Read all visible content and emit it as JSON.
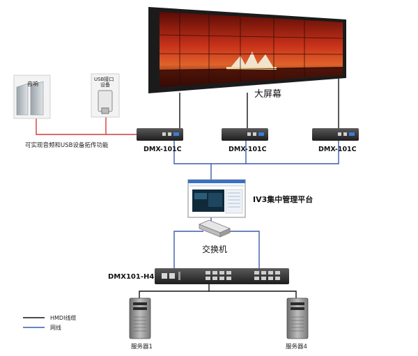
{
  "labels": {
    "big_screen": "大屏幕",
    "speaker": "音响",
    "usb_device_line1": "USB接口",
    "usb_device_line2": "设备",
    "caption_usb": "可实现音频和USB设备拓传功能",
    "receiver_1": "DMX-101C",
    "receiver_2": "DMX-101C",
    "receiver_3": "DMX-101C",
    "platform": "IV3集中管理平台",
    "switch": "交换机",
    "encoder": "DMX101-H4",
    "server_1": "服务器1",
    "server_4": "服务器4"
  },
  "legend": {
    "hdmi": "HMDI线缆",
    "network": "网线"
  },
  "colors": {
    "hdmi_line": "#111111",
    "network_line": "#3b5aa8",
    "audio_usb_line": "#d23a3a",
    "screen_sky": "#b01f10",
    "screen_bezel": "#1b1b1b"
  }
}
